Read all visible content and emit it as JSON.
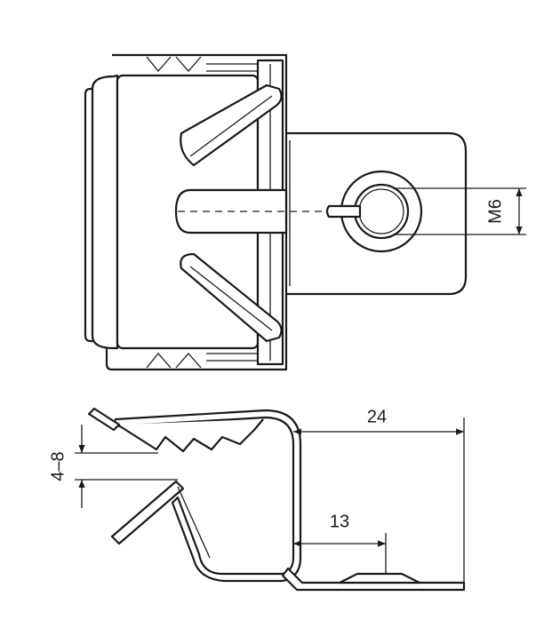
{
  "dimensions": {
    "thread": "M6",
    "total_length": "24",
    "hole_offset": "13",
    "clamp_range": "4–8"
  }
}
